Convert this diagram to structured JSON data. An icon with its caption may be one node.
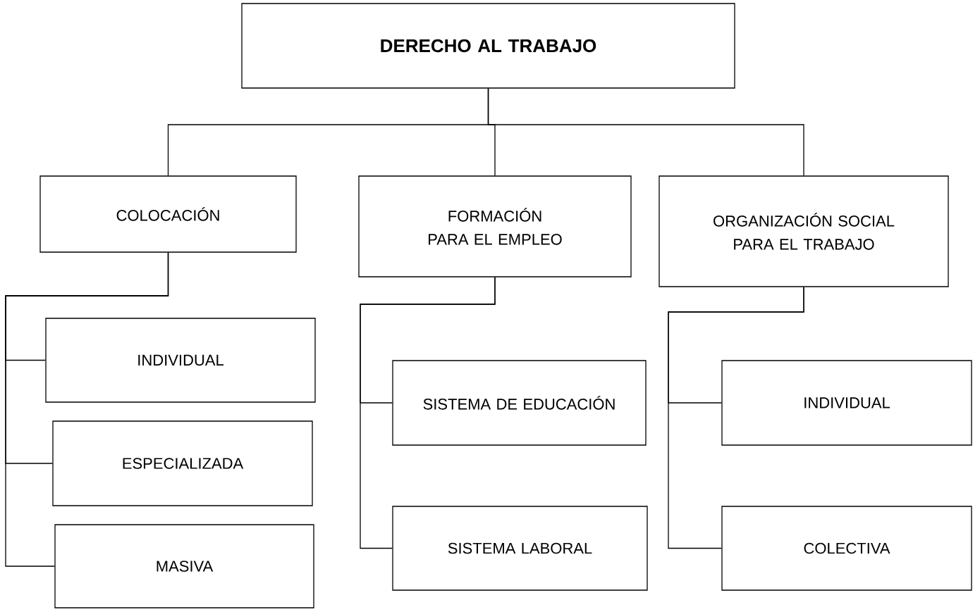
{
  "diagram": {
    "nodes": [
      {
        "text": [
          "DERECHO AL TRABAJO"
        ]
      },
      {
        "text": [
          "COLOCACIÓN"
        ]
      },
      {
        "text": [
          "FORMACIÓN PARA EL EMPLEO"
        ]
      },
      {
        "text": [
          "ORGANIZACIÓN SOCIAL PARA EL TRABAJO"
        ]
      },
      {
        "text": [
          "INDIVIDUAL"
        ]
      },
      {
        "text": [
          "ESPECIALIZADA"
        ]
      },
      {
        "text": [
          "MASIVA"
        ]
      },
      {
        "text": [
          "SISTEMA DE EDUCACIÓN"
        ]
      },
      {
        "text": [
          "SISTEMA LABORAL"
        ]
      },
      {
        "text": [
          "INDIVIDUAL"
        ]
      },
      {
        "text": [
          "COLECTIVA"
        ]
      }
    ],
    "edges": [
      {
        "from": 0,
        "to": 1,
        "arrow": "none"
      },
      {
        "from": 0,
        "to": 2,
        "arrow": "none"
      },
      {
        "from": 0,
        "to": 3,
        "arrow": "none"
      },
      {
        "from": 1,
        "to": 4,
        "arrow": "none"
      },
      {
        "from": 1,
        "to": 5,
        "arrow": "none"
      },
      {
        "from": 1,
        "to": 6,
        "arrow": "none"
      },
      {
        "from": 2,
        "to": 7,
        "arrow": "none"
      },
      {
        "from": 2,
        "to": 8,
        "arrow": "none"
      },
      {
        "from": 3,
        "to": 9,
        "arrow": "none"
      },
      {
        "from": 3,
        "to": 10,
        "arrow": "none"
      }
    ]
  }
}
